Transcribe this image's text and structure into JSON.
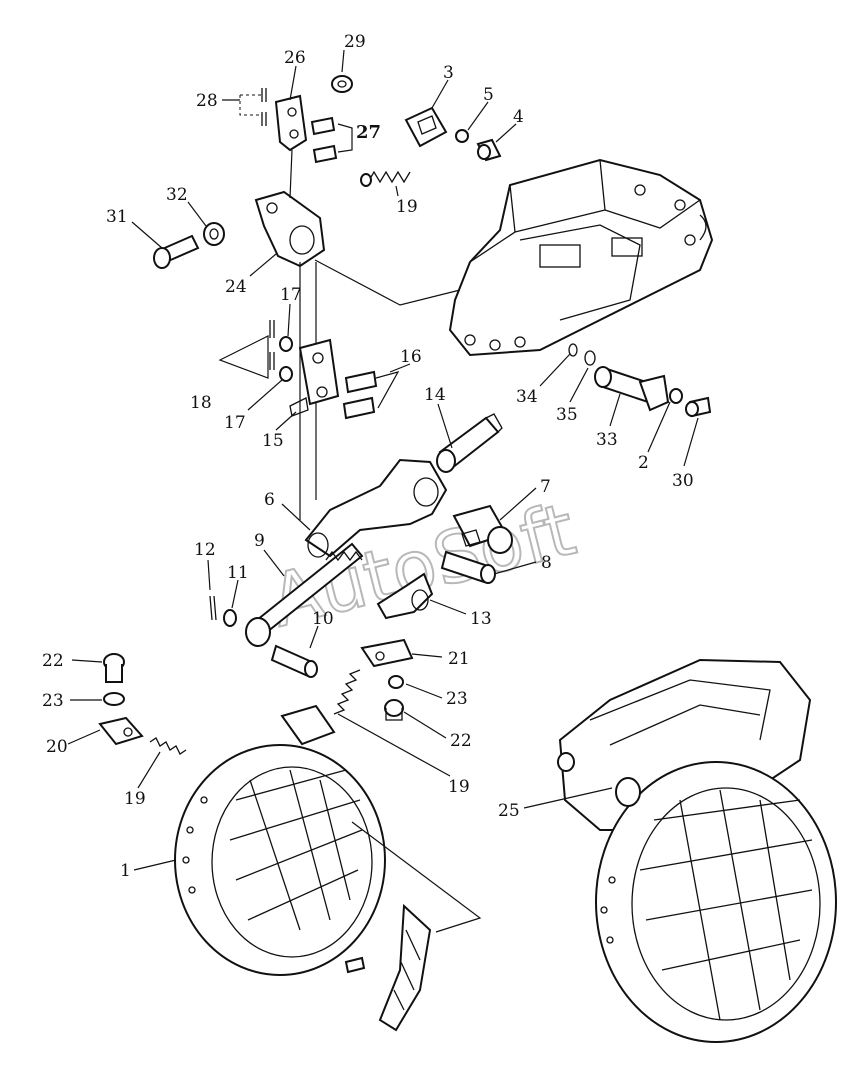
{
  "diagram": {
    "watermark": "AutoSoft",
    "callouts": [
      {
        "id": "c29",
        "text": "29"
      },
      {
        "id": "c26",
        "text": "26"
      },
      {
        "id": "c28",
        "text": "28"
      },
      {
        "id": "c27",
        "text": "27"
      },
      {
        "id": "c3",
        "text": "3"
      },
      {
        "id": "c5",
        "text": "5"
      },
      {
        "id": "c4",
        "text": "4"
      },
      {
        "id": "c19a",
        "text": "19"
      },
      {
        "id": "c31",
        "text": "31"
      },
      {
        "id": "c32",
        "text": "32"
      },
      {
        "id": "c24",
        "text": "24"
      },
      {
        "id": "c17a",
        "text": "17"
      },
      {
        "id": "c16",
        "text": "16"
      },
      {
        "id": "c18",
        "text": "18"
      },
      {
        "id": "c17b",
        "text": "17"
      },
      {
        "id": "c15",
        "text": "15"
      },
      {
        "id": "c14",
        "text": "14"
      },
      {
        "id": "c34",
        "text": "34"
      },
      {
        "id": "c35",
        "text": "35"
      },
      {
        "id": "c33",
        "text": "33"
      },
      {
        "id": "c2",
        "text": "2"
      },
      {
        "id": "c30",
        "text": "30"
      },
      {
        "id": "c6",
        "text": "6"
      },
      {
        "id": "c7",
        "text": "7"
      },
      {
        "id": "c8",
        "text": "8"
      },
      {
        "id": "c12",
        "text": "12"
      },
      {
        "id": "c9",
        "text": "9"
      },
      {
        "id": "c11",
        "text": "11"
      },
      {
        "id": "c13",
        "text": "13"
      },
      {
        "id": "c10",
        "text": "10"
      },
      {
        "id": "c21",
        "text": "21"
      },
      {
        "id": "c22a",
        "text": "22"
      },
      {
        "id": "c23a",
        "text": "23"
      },
      {
        "id": "c23b",
        "text": "23"
      },
      {
        "id": "c22b",
        "text": "22"
      },
      {
        "id": "c20",
        "text": "20"
      },
      {
        "id": "c19b",
        "text": "19"
      },
      {
        "id": "c19c",
        "text": "19"
      },
      {
        "id": "c25",
        "text": "25"
      },
      {
        "id": "c1",
        "text": "1"
      }
    ]
  }
}
